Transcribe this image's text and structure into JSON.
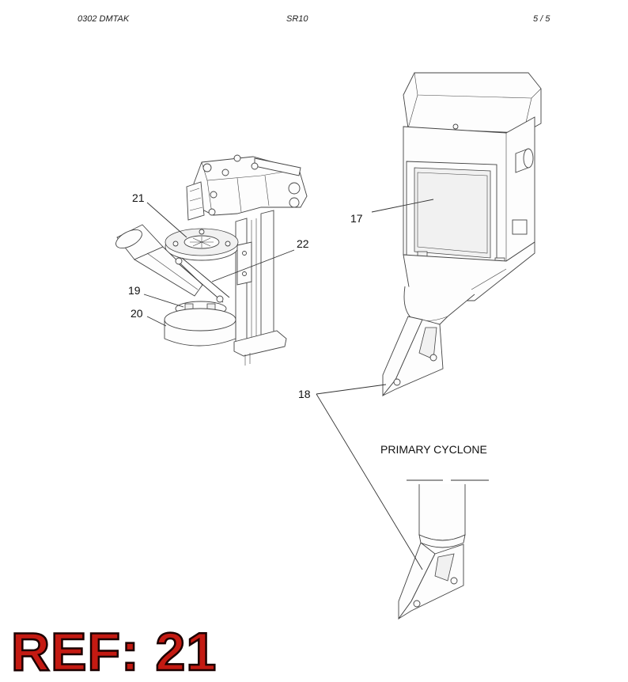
{
  "header": {
    "left": "0302   DMTAK",
    "center": "SR10",
    "right": "5 / 5"
  },
  "callouts": [
    "21",
    "22",
    "19",
    "20",
    "17",
    "18"
  ],
  "caption": "PRIMARY CYCLONE",
  "ref_badge": {
    "text": "REF: 21",
    "color": "#c41a12"
  }
}
